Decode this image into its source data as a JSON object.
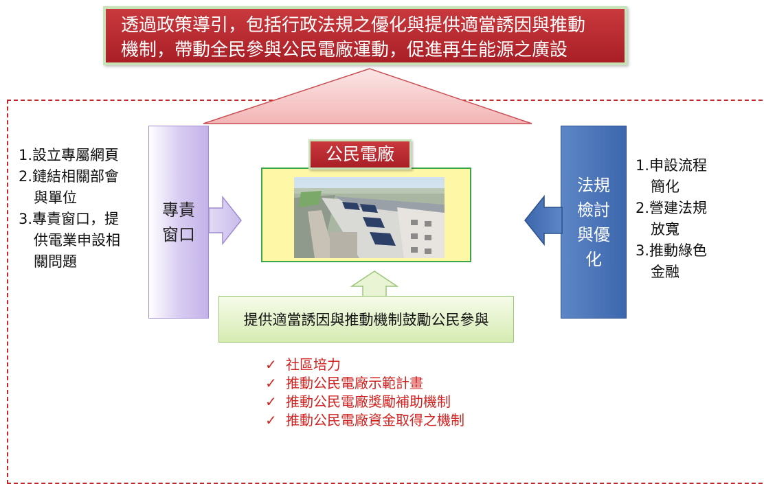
{
  "banner": {
    "line1": "透過政策導引，包括行政法規之優化與提供適當誘因與推動",
    "line2": "機制，帶動全民參與公民電廠運動，促進再生能源之廣設"
  },
  "center": {
    "title": "公民電廠"
  },
  "left_bar": {
    "line1": "專責",
    "line2": "窗口"
  },
  "right_bar": {
    "line1": "法規",
    "line2": "檢討",
    "line3": "與優",
    "line4": "化"
  },
  "left_list": [
    "1.設立專屬網頁",
    "2.鏈結相關部會",
    "與單位",
    "3.專責窗口，提",
    "供電業申設相",
    "關問題"
  ],
  "right_list": [
    "1.申設流程",
    "簡化",
    "2.營建法規",
    "放寬",
    "3.推動綠色",
    "金融"
  ],
  "incentive_label": "提供適當誘因與推動機制鼓勵公民參與",
  "check_mark": "✓",
  "checks": [
    "社區培力",
    "推動公民電廠示範計畫",
    "推動公民電廠獎勵補助機制",
    "推動公民電廠資金取得之機制"
  ],
  "colors": {
    "banner_red": "#b82a30",
    "border_green": "#3aa64a",
    "right_blue": "#4a74b8",
    "left_purple": "#c9bbeb",
    "check_red": "#d0211f"
  }
}
